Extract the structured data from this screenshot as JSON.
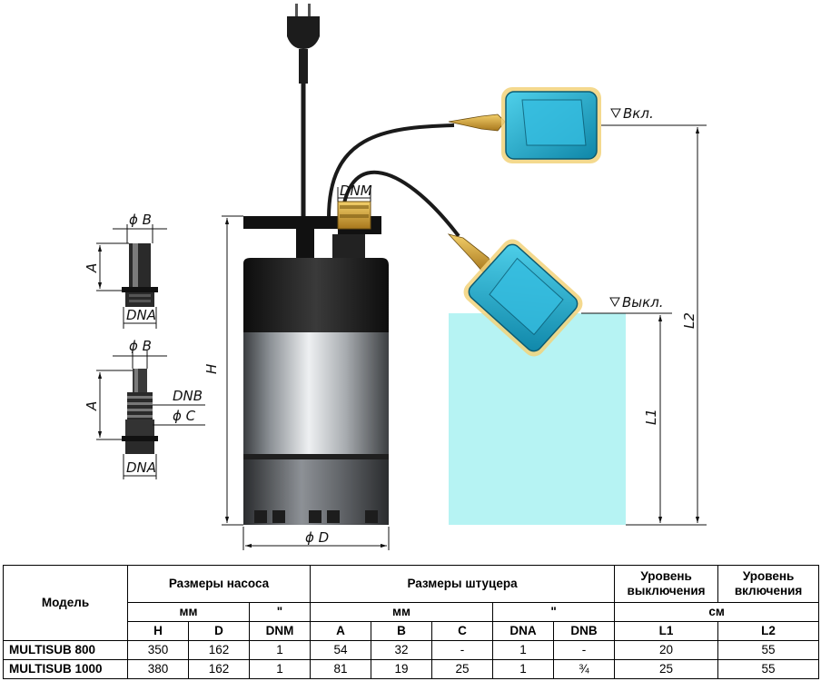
{
  "figure": {
    "dims": {
      "dnm": "DNM",
      "h": "H",
      "d": "ϕ D",
      "l1": "L1",
      "l2": "L2",
      "vkl": "Вкл.",
      "vykl": "Выкл.",
      "b_top": "ϕ B",
      "a_top": "A",
      "dna_top": "DNA",
      "b_bottom": "ϕ B",
      "a_bottom": "A",
      "dnb": "DNB",
      "c": "ϕ C",
      "dna_bottom": "DNA"
    }
  },
  "table": {
    "col_model": "Модель",
    "group_pump": "Размеры насоса",
    "group_fitting": "Размеры штуцера",
    "level_off": "Уровень выключения",
    "level_on": "Уровень включения",
    "unit_mm": "мм",
    "unit_inch": "\"",
    "unit_mm2": "мм",
    "unit_inch2": "\"",
    "unit_cm": "см",
    "headers": [
      "H",
      "D",
      "DNM",
      "A",
      "B",
      "C",
      "DNA",
      "DNB",
      "L1",
      "L2"
    ],
    "rows": [
      {
        "model": "MULTISUB 800",
        "values": [
          "350",
          "162",
          "1",
          "54",
          "32",
          "-",
          "1",
          "-",
          "20",
          "55"
        ]
      },
      {
        "model": "MULTISUB 1000",
        "values": [
          "380",
          "162",
          "1",
          "81",
          "19",
          "25",
          "1",
          "¾",
          "25",
          "55"
        ]
      }
    ]
  },
  "colors": {
    "water": "#a9f1f1",
    "float_body": "#1aa6c8",
    "float_glow": "#f2d27a",
    "brass": "#d9a63a",
    "pump_black": "#1a1a1a",
    "pump_steel": "#b8bcc0"
  }
}
